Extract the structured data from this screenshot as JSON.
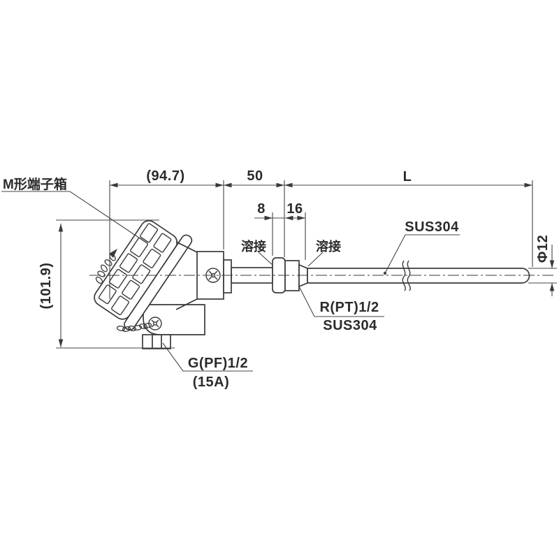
{
  "meta": {
    "background_color": "#ffffff",
    "line_color": "#3a3a3a",
    "dim_line_color": "#444444"
  },
  "labels": {
    "terminal_box": "M形端子箱",
    "weld_left": "溶接",
    "weld_right": "溶接",
    "sheath_material": "SUS304",
    "process_thread": "R(PT)1/2",
    "process_thread_material": "SUS304",
    "conduit_thread": "G(PF)1/2",
    "conduit_thread_size": "(15A)"
  },
  "dimensions": {
    "head_depth": "(94.7)",
    "neck_length": "50",
    "insertion_length": "L",
    "weld_collar_width": "8",
    "fitting_width": "16",
    "head_height": "(101.9)",
    "sheath_diameter": "Φ12"
  }
}
